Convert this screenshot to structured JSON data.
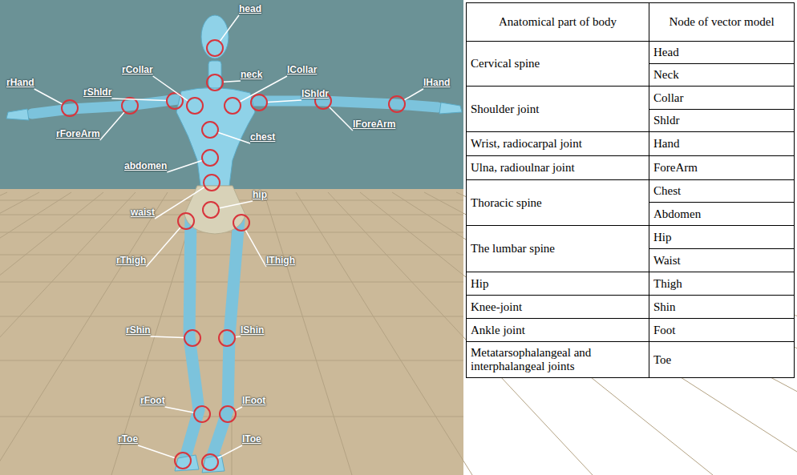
{
  "diagram": {
    "labels": [
      "head",
      "rCollar",
      "neck",
      "lCollar",
      "rHand",
      "rShldr",
      "lShldr",
      "lHand",
      "rForeArm",
      "chest",
      "lForeArm",
      "abdomen",
      "hip",
      "waist",
      "rThigh",
      "lThigh",
      "rShin",
      "lShin",
      "rFoot",
      "lFoot",
      "rToe",
      "lToe",
      "Anatomical part of body",
      "Node of vector model",
      "Cervical spine",
      "Head",
      "Neck",
      "Shoulder joint",
      "Collar",
      "Shldr",
      "Wrist, radiocarpal joint",
      "Hand",
      "Ulna, radioulnar joint",
      "ForeArm",
      "Thoracic spine",
      "Chest",
      "Abdomen",
      "The lumbar spine",
      "Hip",
      "Waist",
      "Hip",
      "Thigh",
      "Knee-joint",
      "Shin",
      "Ankle joint",
      "Foot",
      "Metatarsophalangeal and interphalangeal joints",
      "Toe"
    ]
  }
}
